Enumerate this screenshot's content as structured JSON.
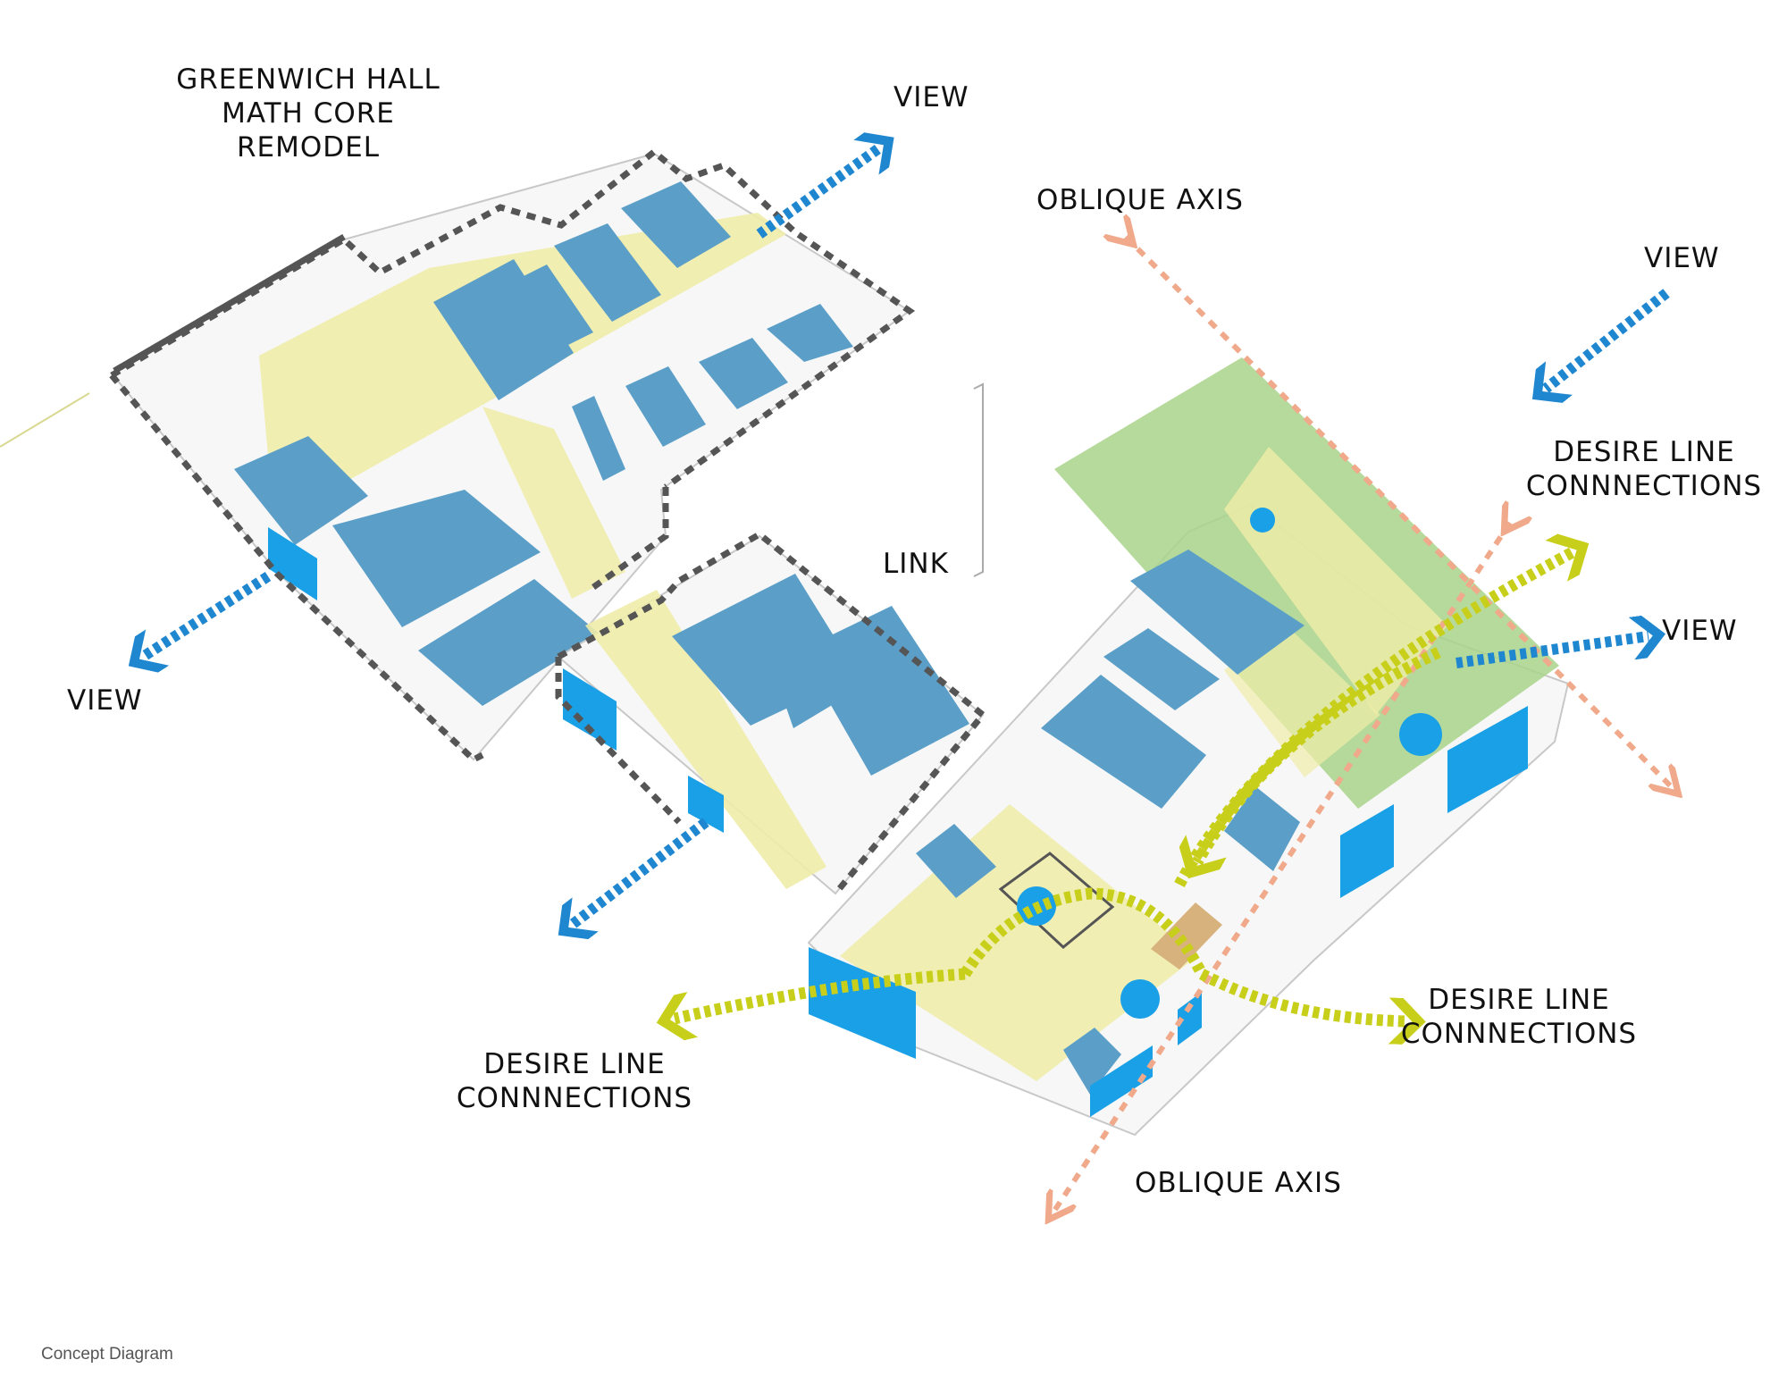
{
  "title_lines": [
    "GREENWICH HALL",
    "MATH CORE",
    "REMODEL"
  ],
  "labels": {
    "view_top": "VIEW",
    "view_right_top": "VIEW",
    "view_right": "VIEW",
    "view_left": "VIEW",
    "link": "LINK",
    "oblique_top": "OBLIQUE AXIS",
    "oblique_bottom": "OBLIQUE AXIS",
    "desire_right_top": [
      "DESIRE LINE",
      "CONNNECTIONS"
    ],
    "desire_right_bottom": [
      "DESIRE LINE",
      "CONNNECTIONS"
    ],
    "desire_left_bottom": [
      "DESIRE LINE",
      "CONNNECTIONS"
    ]
  },
  "caption": "Concept Diagram",
  "colors": {
    "room_blue": "#5b9fc8",
    "glazing_blue": "#1aa0e6",
    "circulation_yellow": "#f0eca8",
    "courtyard_green": "#a9d48a",
    "wood_tan": "#d7b27c",
    "view_arrow": "#1f86d0",
    "desire_arrow": "#c8cf1a",
    "oblique_axis": "#f0a98a",
    "boundary_dash": "#555555"
  }
}
